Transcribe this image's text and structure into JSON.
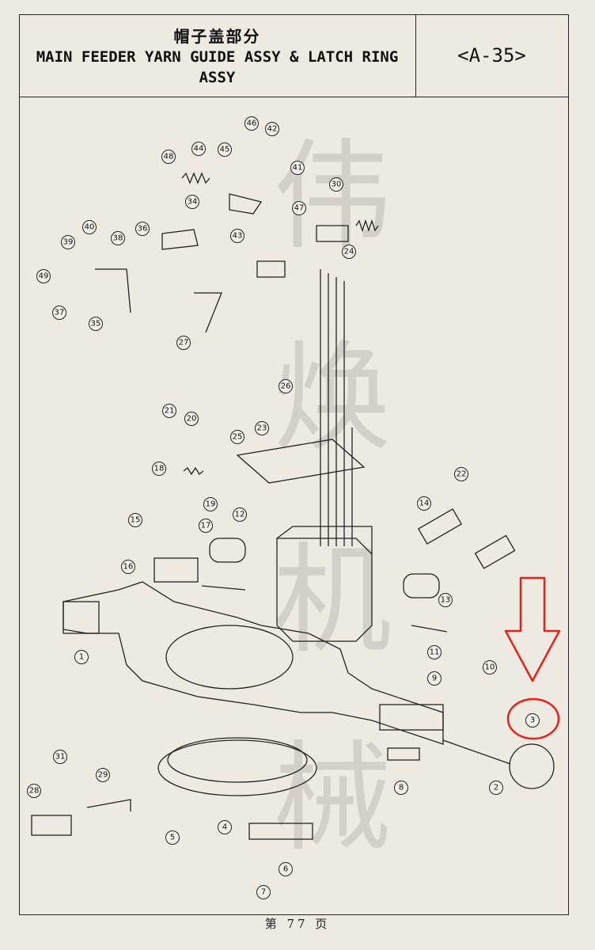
{
  "header": {
    "title_cn": "帽子盖部分",
    "title_en": "MAIN FEEDER YARN GUIDE ASSY & LATCH RING ASSY",
    "code": "<A-35>"
  },
  "footer": {
    "page": "第 77 页"
  },
  "watermark": [
    "伟",
    "焕",
    "机",
    "械"
  ],
  "callouts": [
    "1",
    "2",
    "3",
    "4",
    "5",
    "6",
    "7",
    "8",
    "9",
    "10",
    "11",
    "12",
    "13",
    "14",
    "15",
    "16",
    "17",
    "18",
    "19",
    "20",
    "21",
    "22",
    "23",
    "24",
    "25",
    "26",
    "27",
    "28",
    "29",
    "30",
    "31",
    "34",
    "35",
    "36",
    "37",
    "38",
    "39",
    "40",
    "41",
    "42",
    "43",
    "44",
    "45",
    "46",
    "47",
    "48",
    "49"
  ],
  "annotation": {
    "color": "#e0241c",
    "target": "3"
  }
}
